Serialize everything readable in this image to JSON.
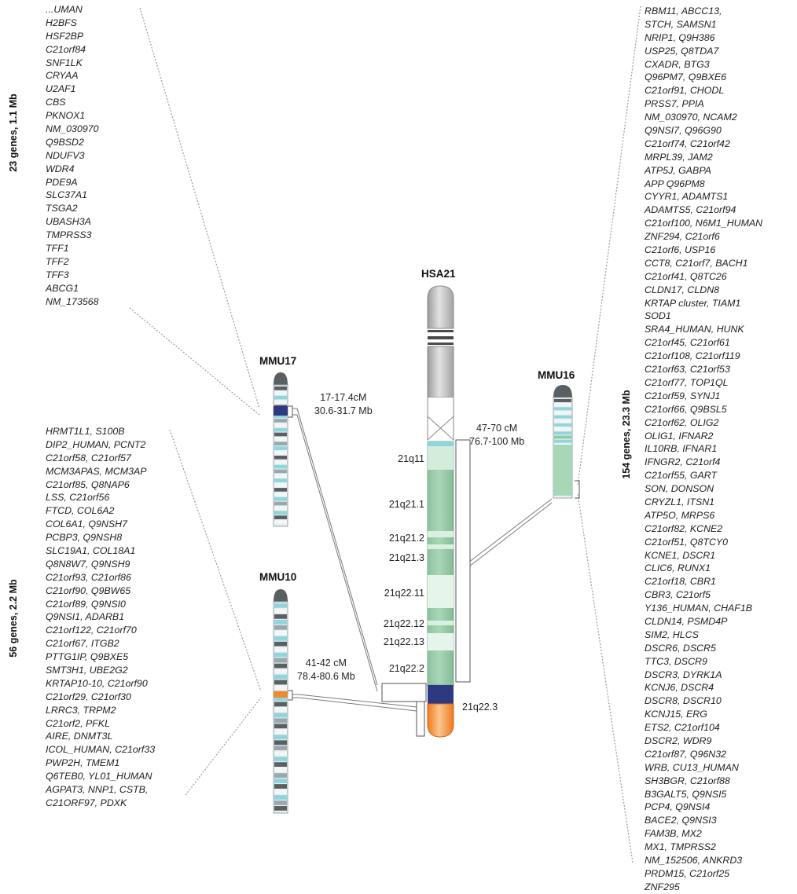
{
  "chromosomes": {
    "hsa21": "HSA21",
    "mmu17": "MMU17",
    "mmu16": "MMU16",
    "mmu10": "MMU10"
  },
  "summaries": {
    "mmu17": "23 genes, 1.1 Mb",
    "mmu10": "56 genes, 2.2 Mb",
    "mmu16": "154 genes, 23.3 Mb"
  },
  "regions": {
    "mmu17": [
      "17-17.4cM",
      "30.6-31.7 Mb"
    ],
    "mmu16": [
      "47-70 cM",
      "76.7-100 Mb"
    ],
    "mmu10": [
      "41-42 cM",
      "78.4-80.6 Mb"
    ]
  },
  "bands": [
    "21q11",
    "21q21.1",
    "21q21.2",
    "21q21.3",
    "21q22.11",
    "21q22.12",
    "21q22.13",
    "21q22.2",
    "21q22.3"
  ],
  "genes": {
    "mmu17": [
      "...UMAN",
      "H2BFS",
      "HSF2BP",
      "C21orf84",
      "SNF1LK",
      "CRYAA",
      "U2AF1",
      "CBS",
      "PKNOX1",
      "NM_030970",
      "Q9BSD2",
      "NDUFV3",
      "WDR4",
      "PDE9A",
      "SLC37A1",
      "TSGA2",
      "UBASH3A",
      "TMPRSS3",
      "TFF1",
      "TFF2",
      "TFF3",
      "ABCG1",
      "NM_173568"
    ],
    "mmu10": [
      "HRMT1L1, S100B",
      "DIP2_HUMAN, PCNT2",
      "C21orf58, C21orf57",
      "MCM3APAS, MCM3AP",
      "C21orf85, Q8NAP6",
      "LSS, C21orf56",
      "FTCD, COL6A2",
      "COL6A1, Q9NSH7",
      "PCBP3, Q9NSH8",
      "SLC19A1, COL18A1",
      "Q8N8W7, Q9NSH9",
      "C21orf93, C21orf86",
      "C21orf90, Q9BW65",
      "C21orf89, Q9NSI0",
      "Q9NSI1, ADARB1",
      "C21orf122, C21orf70",
      "C21orf67, ITGB2",
      "PTTG1IP, Q9BXE5",
      "SMT3H1, UBE2G2",
      "KRTAP10-10, C21orf90",
      "C21orf29, C21orf30",
      "LRRC3, TRPM2",
      "C21orf2, PFKL",
      "AIRE, DNMT3L",
      "ICOL_HUMAN, C21orf33",
      "PWP2H, TMEM1",
      "Q6TEB0, YL01_HUMAN",
      "AGPAT3, NNP1, CSTB,",
      "C21ORF97, PDXK"
    ],
    "mmu16": [
      "RBM11, ABCC13,",
      "STCH, SAMSN1",
      "NRIP1, Q9H386",
      "USP25, Q8TDA7",
      "CXADR, BTG3",
      "Q96PM7, Q9BXE6",
      "C21orf91, CHODL",
      "PRSS7, PPIA",
      "NM_030970, NCAM2",
      "Q9NSI7, Q96G90",
      "C21orf74, C21orf42",
      "MRPL39, JAM2",
      "ATP5J, GABPA",
      "APP Q96PM8",
      "CYYR1, ADAMTS1",
      "ADAMTS5, C21orf94",
      "C21orf100, N6M1_HUMAN",
      "ZNF294, C21orf6",
      "C21orf6, USP16",
      "CCT8, C21orf7, BACH1",
      "C21orf41, Q8TC26",
      "CLDN17, CLDN8",
      "KRTAP cluster, TIAM1",
      "SOD1",
      "SRA4_HUMAN, HUNK",
      "C21orf45, C21orf61",
      "C21orf108, C21orf119",
      "C21orf63, C21orf53",
      "C21orf77, TOP1QL",
      "C21orf59, SYNJ1",
      "C21orf66, Q9BSL5",
      "C21orf62, OLIG2",
      "OLIG1, IFNAR2",
      "IL10RB, IFNAR1",
      "IFNGR2, C21orf4",
      "C21orf55, GART",
      "SON, DONSON",
      "CRYZL1, ITSN1",
      "ATP5O, MRPS6",
      "C21orf82, KCNE2",
      "C21orf51, Q8TCY0",
      "KCNE1, DSCR1",
      "CLIC6, RUNX1",
      "C21orf18, CBR1",
      "CBR3, C21orf5",
      "Y136_HUMAN, CHAF1B",
      "CLDN14, PSMD4P",
      "SIM2, HLCS",
      "DSCR6, DSCR5",
      "TTC3, DSCR9",
      "DSCR3, DYRK1A",
      "KCNJ6, DSCR4",
      "DSCR8, DSCR10",
      "KCNJ15, ERG",
      "ETS2, C21orf104",
      "DSCR2, WDR9",
      "C21orf87, Q96N32",
      "WRB, CU13_HUMAN",
      "SH3BGR, C21orf88",
      "B3GALT5, Q9NSI5",
      "PCP4, Q9NSI4",
      "BACE2, Q9NSI3",
      "FAM3B, MX2",
      "MX1, TMPRSS2",
      "NM_152506, ANKRD3",
      "PRDM15, C21orf25",
      "ZNF295"
    ]
  },
  "colors": {
    "green": "#8fc9a6",
    "light_green": "#cfe9d6",
    "pale": "#e8f5ee",
    "navy": "#2d3a82",
    "orange": "#f08a2d",
    "gray": "#c8c8c8",
    "dark_gray": "#5a5f62",
    "cyan": "#8fd6dc"
  }
}
